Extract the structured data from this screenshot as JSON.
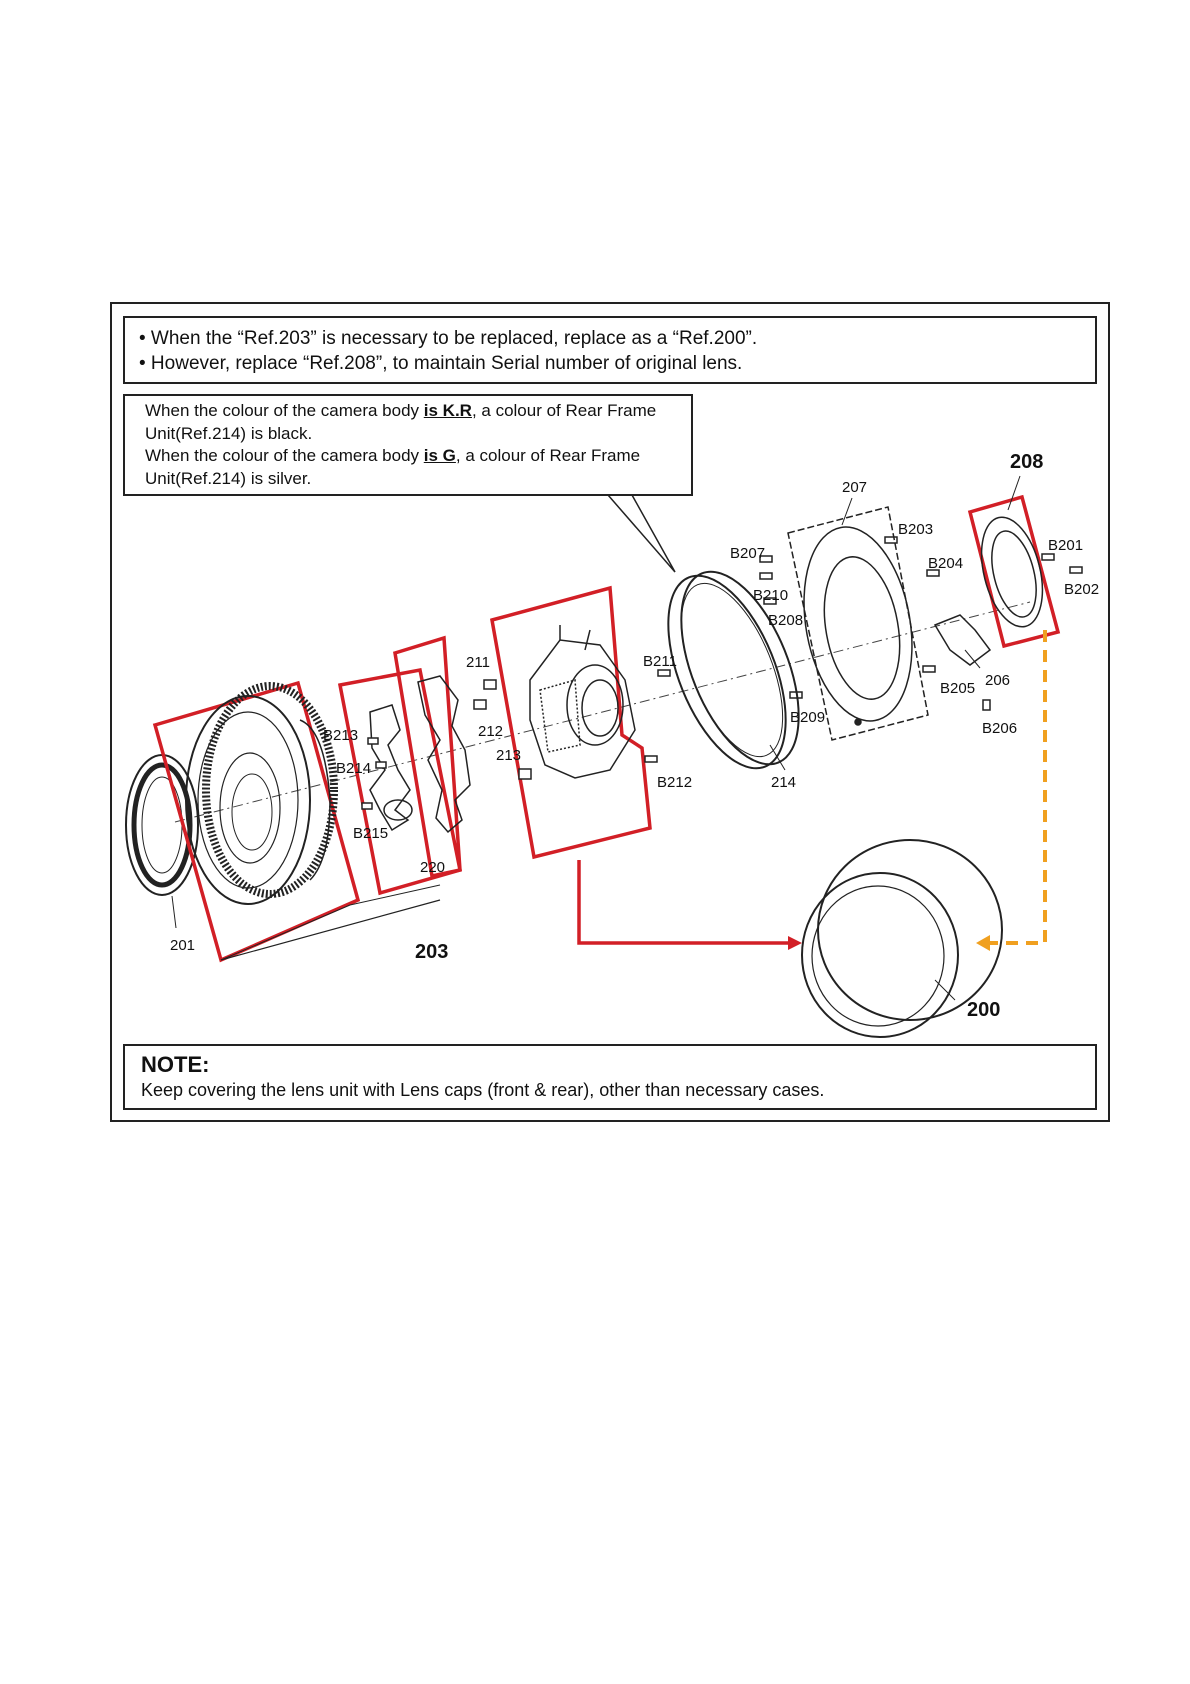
{
  "top_note": {
    "line1": "• When the “Ref.203” is necessary to be replaced, replace as a “Ref.200”.",
    "line2": "• However, replace “Ref.208”, to maintain Serial number of original lens."
  },
  "color_note": {
    "l1_a": "When the colour of the camera body ",
    "l1_b": "is K.R",
    "l1_c": ", a colour of Rear Frame",
    "l2": "Unit(Ref.214) is black.",
    "l3_a": "When the colour of the camera body ",
    "l3_b": "is G",
    "l3_c": ", a colour of Rear Frame",
    "l4": "Unit(Ref.214) is silver."
  },
  "labels": {
    "r201": "201",
    "r203": "203",
    "r200": "200",
    "r208": "208",
    "r207": "207",
    "r206": "206",
    "r211": "211",
    "r212": "212",
    "r213": "213",
    "r214": "214",
    "r220": "220",
    "b201": "B201",
    "b202": "B202",
    "b203": "B203",
    "b204": "B204",
    "b205": "B205",
    "b206": "B206",
    "b207": "B207",
    "b208": "B208",
    "b209": "B209",
    "b210": "B210",
    "b211": "B211",
    "b212": "B212",
    "b213": "B213",
    "b214": "B214",
    "b215": "B215"
  },
  "colors": {
    "highlight": "#d21f26",
    "dashed_arrow": "#f0a020",
    "line": "#222222"
  },
  "note": {
    "title": "NOTE:",
    "body": "Keep covering the lens unit with Lens caps (front & rear), other than necessary cases."
  }
}
